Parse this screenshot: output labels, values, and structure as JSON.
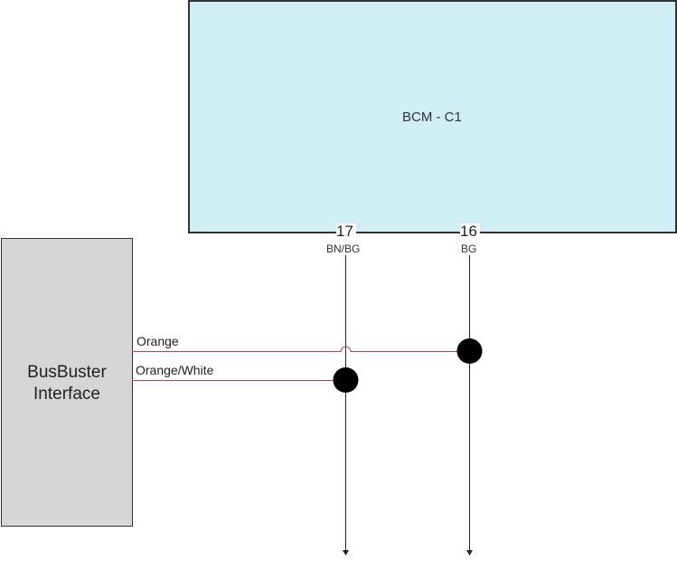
{
  "bcm": {
    "title": "BCM - C1",
    "fill": "#d0eff4"
  },
  "busbuster": {
    "line1": "BusBuster",
    "line2": "Interface",
    "fill": "#d6d6d6"
  },
  "pins": [
    {
      "number": "17",
      "signal": "BN/BG"
    },
    {
      "number": "16",
      "signal": "BG"
    }
  ],
  "wires": [
    {
      "label": "Orange",
      "color": "#b5474b"
    },
    {
      "label": "Orange/White",
      "color": "#b5474b"
    }
  ]
}
